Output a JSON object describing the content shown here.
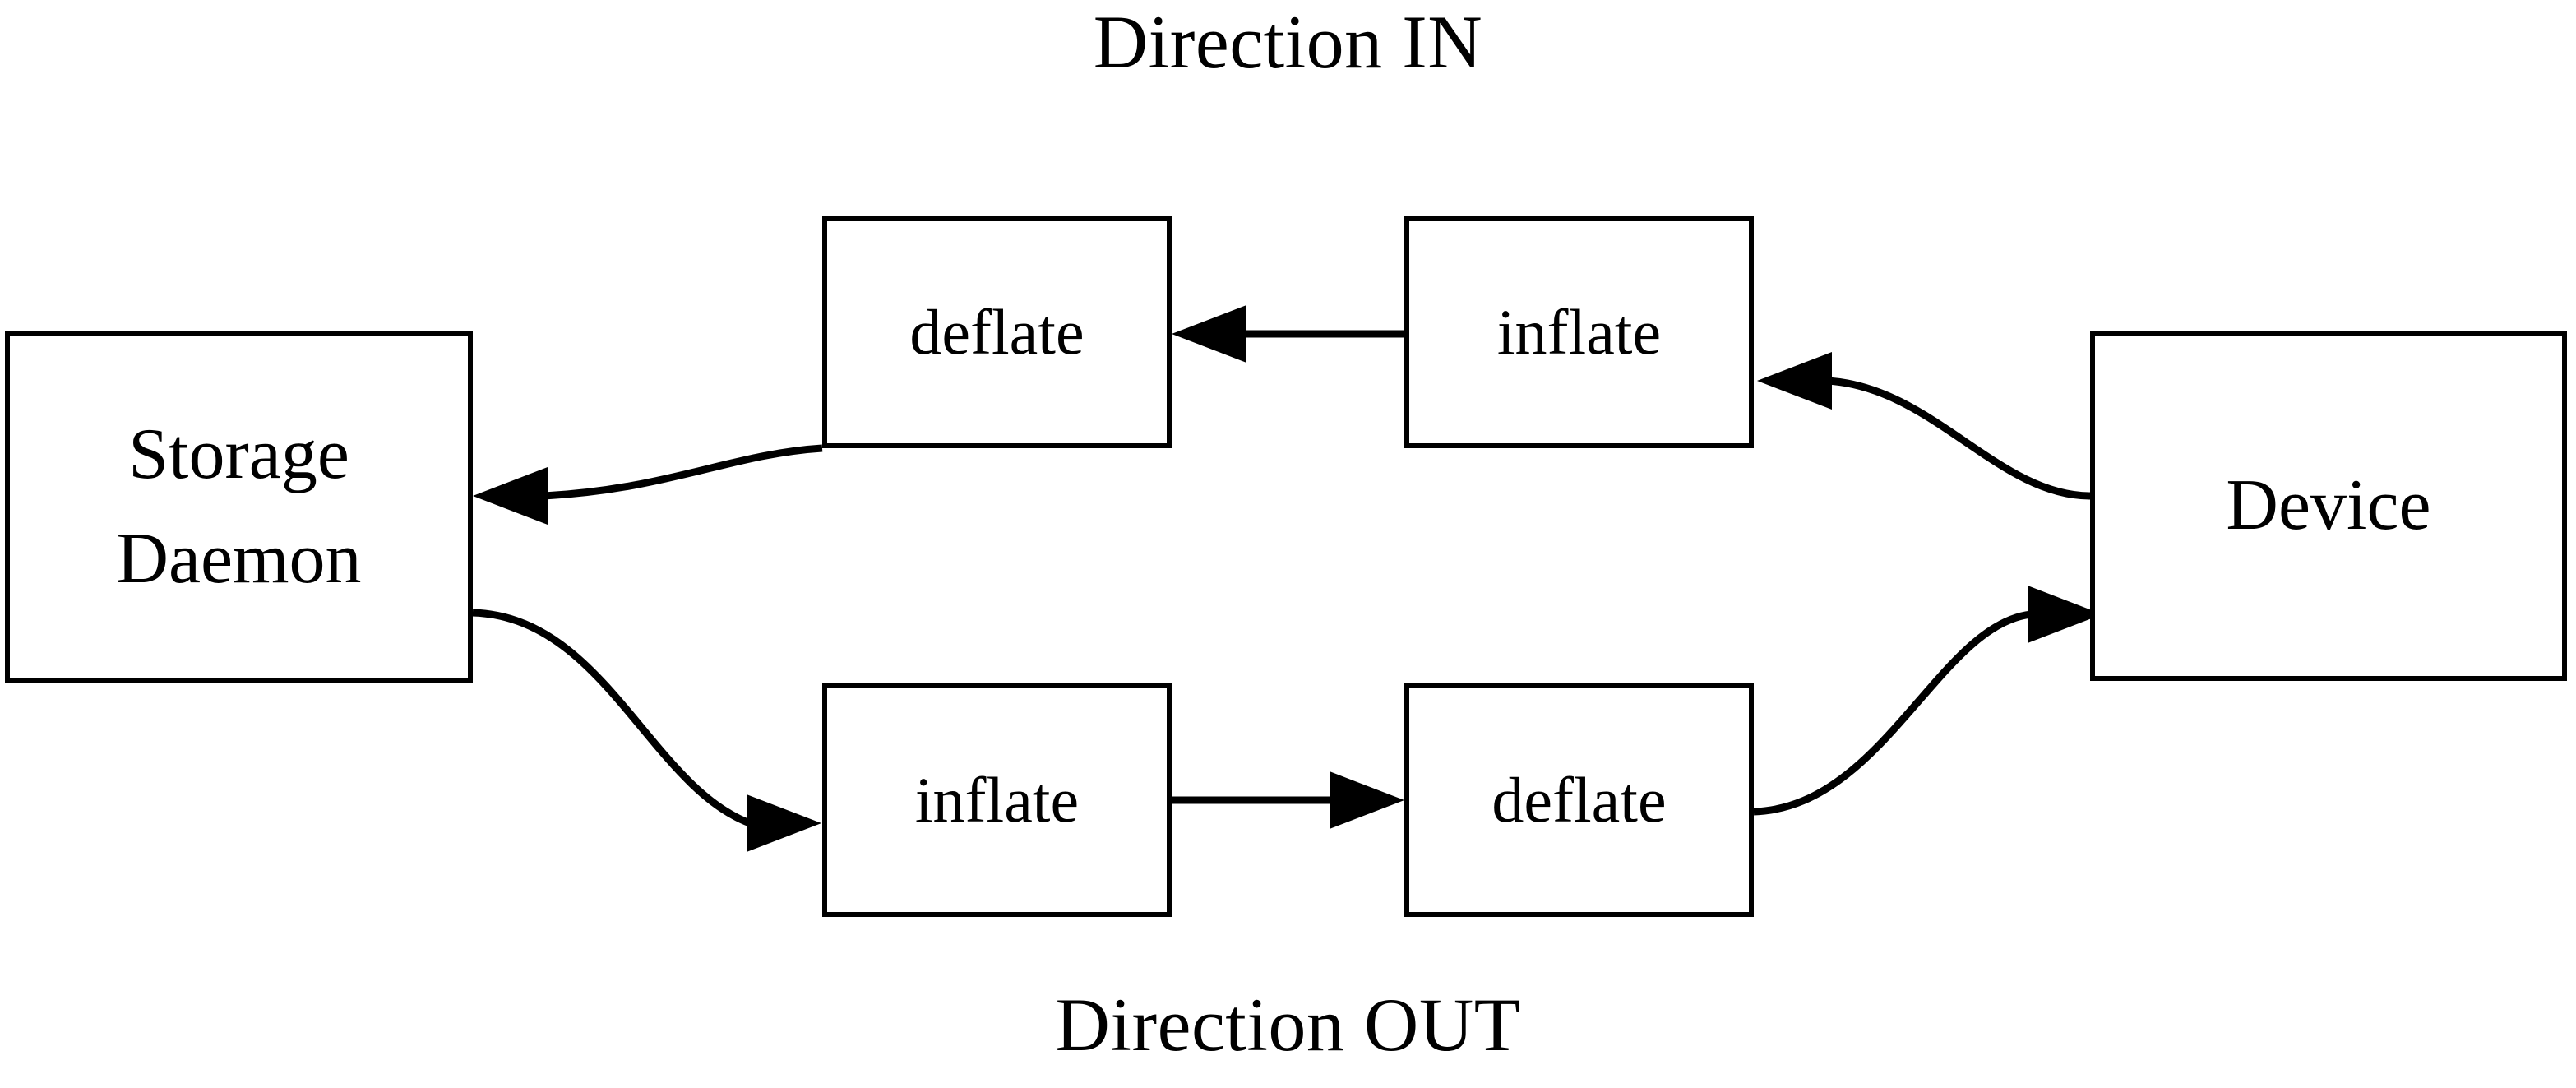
{
  "diagram": {
    "title_top": "Direction IN",
    "title_bottom": "Direction OUT",
    "accent_color": "#000000",
    "background_color": "#ffffff",
    "nodes": {
      "storage_daemon": {
        "line1": "Storage",
        "line2": "Daemon"
      },
      "device": {
        "label": "Device"
      },
      "deflate_in": {
        "label": "deflate"
      },
      "inflate_in": {
        "label": "inflate"
      },
      "inflate_out": {
        "label": "inflate"
      },
      "deflate_out": {
        "label": "deflate"
      }
    },
    "edges": [
      {
        "id": "device-to-inflate-in",
        "from": "Device",
        "to": "inflate",
        "row": "IN",
        "direction": "right-to-left",
        "style": "curved"
      },
      {
        "id": "inflate-in-to-deflate-in",
        "from": "inflate",
        "to": "deflate",
        "row": "IN",
        "direction": "right-to-left",
        "style": "straight"
      },
      {
        "id": "deflate-in-to-storage-daemon",
        "from": "deflate",
        "to": "Storage Daemon",
        "row": "IN",
        "direction": "right-to-left",
        "style": "curved"
      },
      {
        "id": "storage-daemon-to-inflate-out",
        "from": "Storage Daemon",
        "to": "inflate",
        "row": "OUT",
        "direction": "left-to-right",
        "style": "curved"
      },
      {
        "id": "inflate-out-to-deflate-out",
        "from": "inflate",
        "to": "deflate",
        "row": "OUT",
        "direction": "left-to-right",
        "style": "straight"
      },
      {
        "id": "deflate-out-to-device",
        "from": "deflate",
        "to": "Device",
        "row": "OUT",
        "direction": "left-to-right",
        "style": "curved"
      }
    ]
  }
}
